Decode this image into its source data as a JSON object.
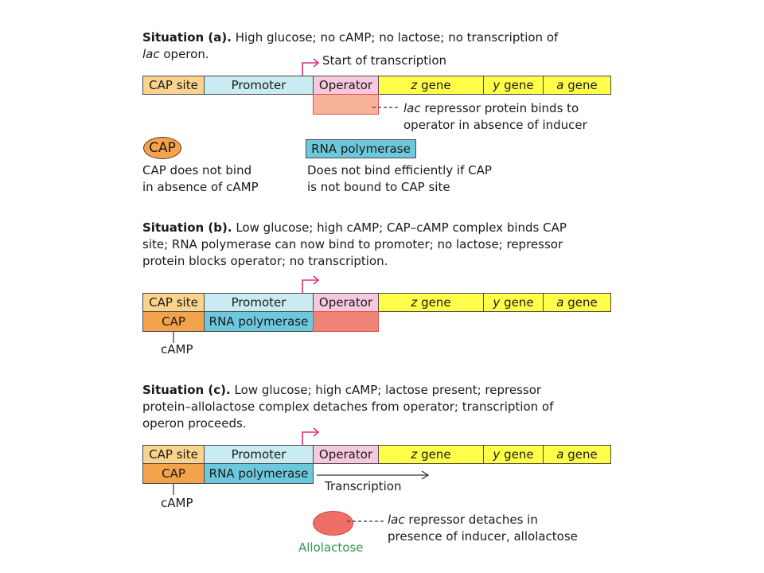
{
  "situation_a": {
    "heading_bold": "Situation (a).",
    "heading_line1_rest": " High glucose; no cAMP; no lactose; no transcription of",
    "heading_line2_italic": "lac",
    "heading_line2_rest": " operon.",
    "start_label": "Start of transcription",
    "segments": {
      "cap_site": "CAP site",
      "promoter": "Promoter",
      "operator": "Operator",
      "z_letter": "z",
      "z_gene": " gene",
      "y_letter": "y",
      "y_gene": " gene",
      "a_letter": "a",
      "a_gene": " gene"
    },
    "repressor_note_italic": "lac",
    "repressor_note_line1": " repressor protein binds to",
    "repressor_note_line2": "operator in absence of inducer",
    "cap_label": "CAP",
    "cap_note_line1": "CAP does not bind",
    "cap_note_line2": "in absence of cAMP",
    "rnap_label": "RNA polymerase",
    "rnap_note_line1": "Does not bind efficiently if CAP",
    "rnap_note_line2": "is not bound to CAP site"
  },
  "situation_b": {
    "heading_bold": "Situation (b).",
    "heading_line1_rest": " Low glucose; high cAMP; CAP–cAMP complex binds CAP",
    "heading_line2": "site; RNA polymerase can now bind to promoter; no lactose; repressor",
    "heading_line3": "protein blocks operator; no transcription.",
    "segments": {
      "cap_site": "CAP site",
      "promoter": "Promoter",
      "operator": "Operator",
      "z_letter": "z",
      "z_gene": " gene",
      "y_letter": "y",
      "y_gene": " gene",
      "a_letter": "a",
      "a_gene": " gene"
    },
    "cap_label": "CAP",
    "rnap_label": "RNA polymerase",
    "camp_label": "cAMP"
  },
  "situation_c": {
    "heading_bold": "Situation (c).",
    "heading_line1_rest": " Low glucose; high cAMP; lactose present; repressor",
    "heading_line2": "protein–allolactose complex detaches from operator; transcription of",
    "heading_line3": "operon proceeds.",
    "segments": {
      "cap_site": "CAP site",
      "promoter": "Promoter",
      "operator": "Operator",
      "z_letter": "z",
      "z_gene": " gene",
      "y_letter": "y",
      "y_gene": " gene",
      "a_letter": "a",
      "a_gene": " gene"
    },
    "cap_label": "CAP",
    "rnap_label": "RNA polymerase",
    "camp_label": "cAMP",
    "transcription_label": "Transcription",
    "repressor_note_italic": "lac",
    "repressor_note_line1": " repressor detaches in",
    "repressor_note_line2": "presence of inducer, allolactose",
    "allolactose_label": "Allolactose"
  },
  "colors": {
    "cap_site": "#fcd38d",
    "promoter": "#c8ecf2",
    "operator": "#f6c9de",
    "gene": "#ffff4a",
    "cap_protein": "#f5a34b",
    "rna_polymerase": "#6ec8dc",
    "repressor": "#ef8376",
    "arrow_magenta": "#e0307a",
    "allolactose_text": "#2e9a4c"
  }
}
